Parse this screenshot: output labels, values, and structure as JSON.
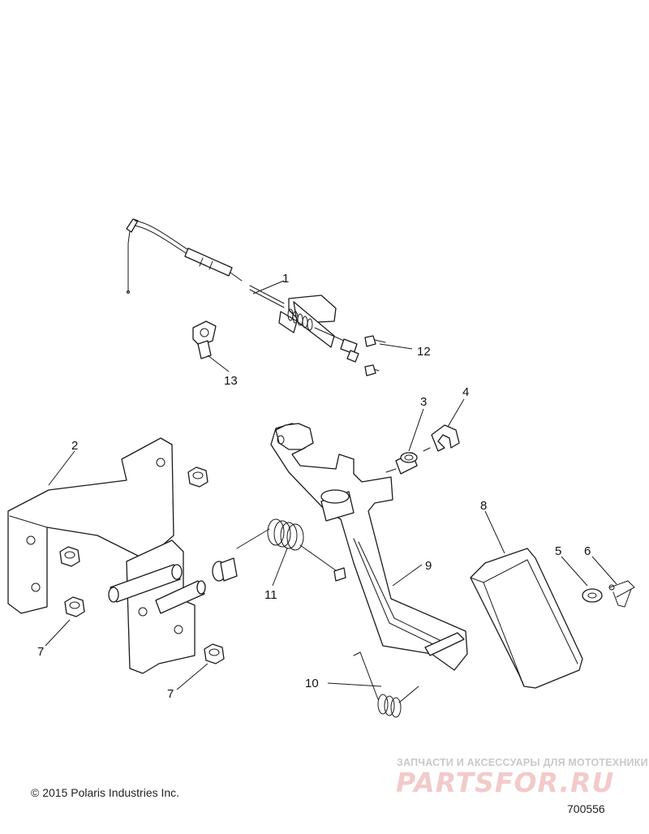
{
  "diagram": {
    "callouts": [
      "1",
      "2",
      "3",
      "4",
      "5",
      "6",
      "7",
      "7",
      "8",
      "9",
      "10",
      "11",
      "12",
      "13"
    ],
    "copyright": "© 2015 Polaris Industries Inc.",
    "drawing_number": "700556"
  },
  "watermark": {
    "tagline": "ЗАПЧАСТИ И АКСЕССУАРЫ ДЛЯ МОТОТЕХНИКИ",
    "logo_text": "PARTSFOR.RU",
    "color": "#e8a0a0"
  }
}
